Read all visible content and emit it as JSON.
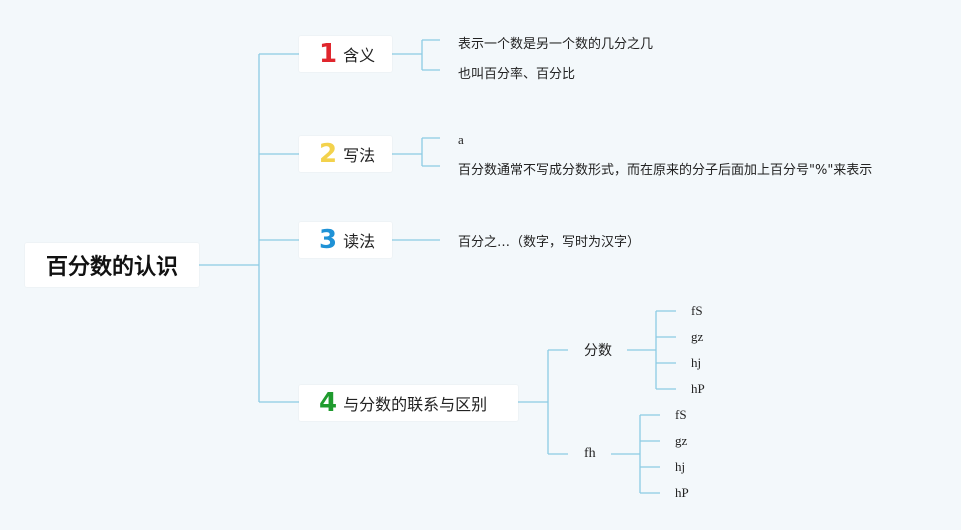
{
  "root": {
    "title": "百分数的认识"
  },
  "branches": [
    {
      "number": "1",
      "number_color": "#e0262d",
      "label": "含义",
      "items": [
        "表示一个数是另一个数的几分之几",
        "也叫百分率、百分比"
      ]
    },
    {
      "number": "2",
      "number_color": "#f3d24c",
      "label": "写法",
      "items": [
        "a",
        "百分数通常不写成分数形式，而在原来的分子后面加上百分号\"%\"来表示"
      ]
    },
    {
      "number": "3",
      "number_color": "#1f92d6",
      "label": "读法",
      "items": [
        "百分之…（数字，写时为汉字）"
      ]
    },
    {
      "number": "4",
      "number_color": "#1f9b2e",
      "label": "与分数的联系与区别",
      "subs": [
        {
          "label": "分数",
          "items": [
            "fS",
            "gz",
            "hj",
            "hP"
          ]
        },
        {
          "label": "fh",
          "items": [
            "fS",
            "gz",
            "hj",
            "hP"
          ]
        }
      ]
    }
  ],
  "colors": {
    "line": "#8ccbe4",
    "background": "#f3f8fb"
  }
}
